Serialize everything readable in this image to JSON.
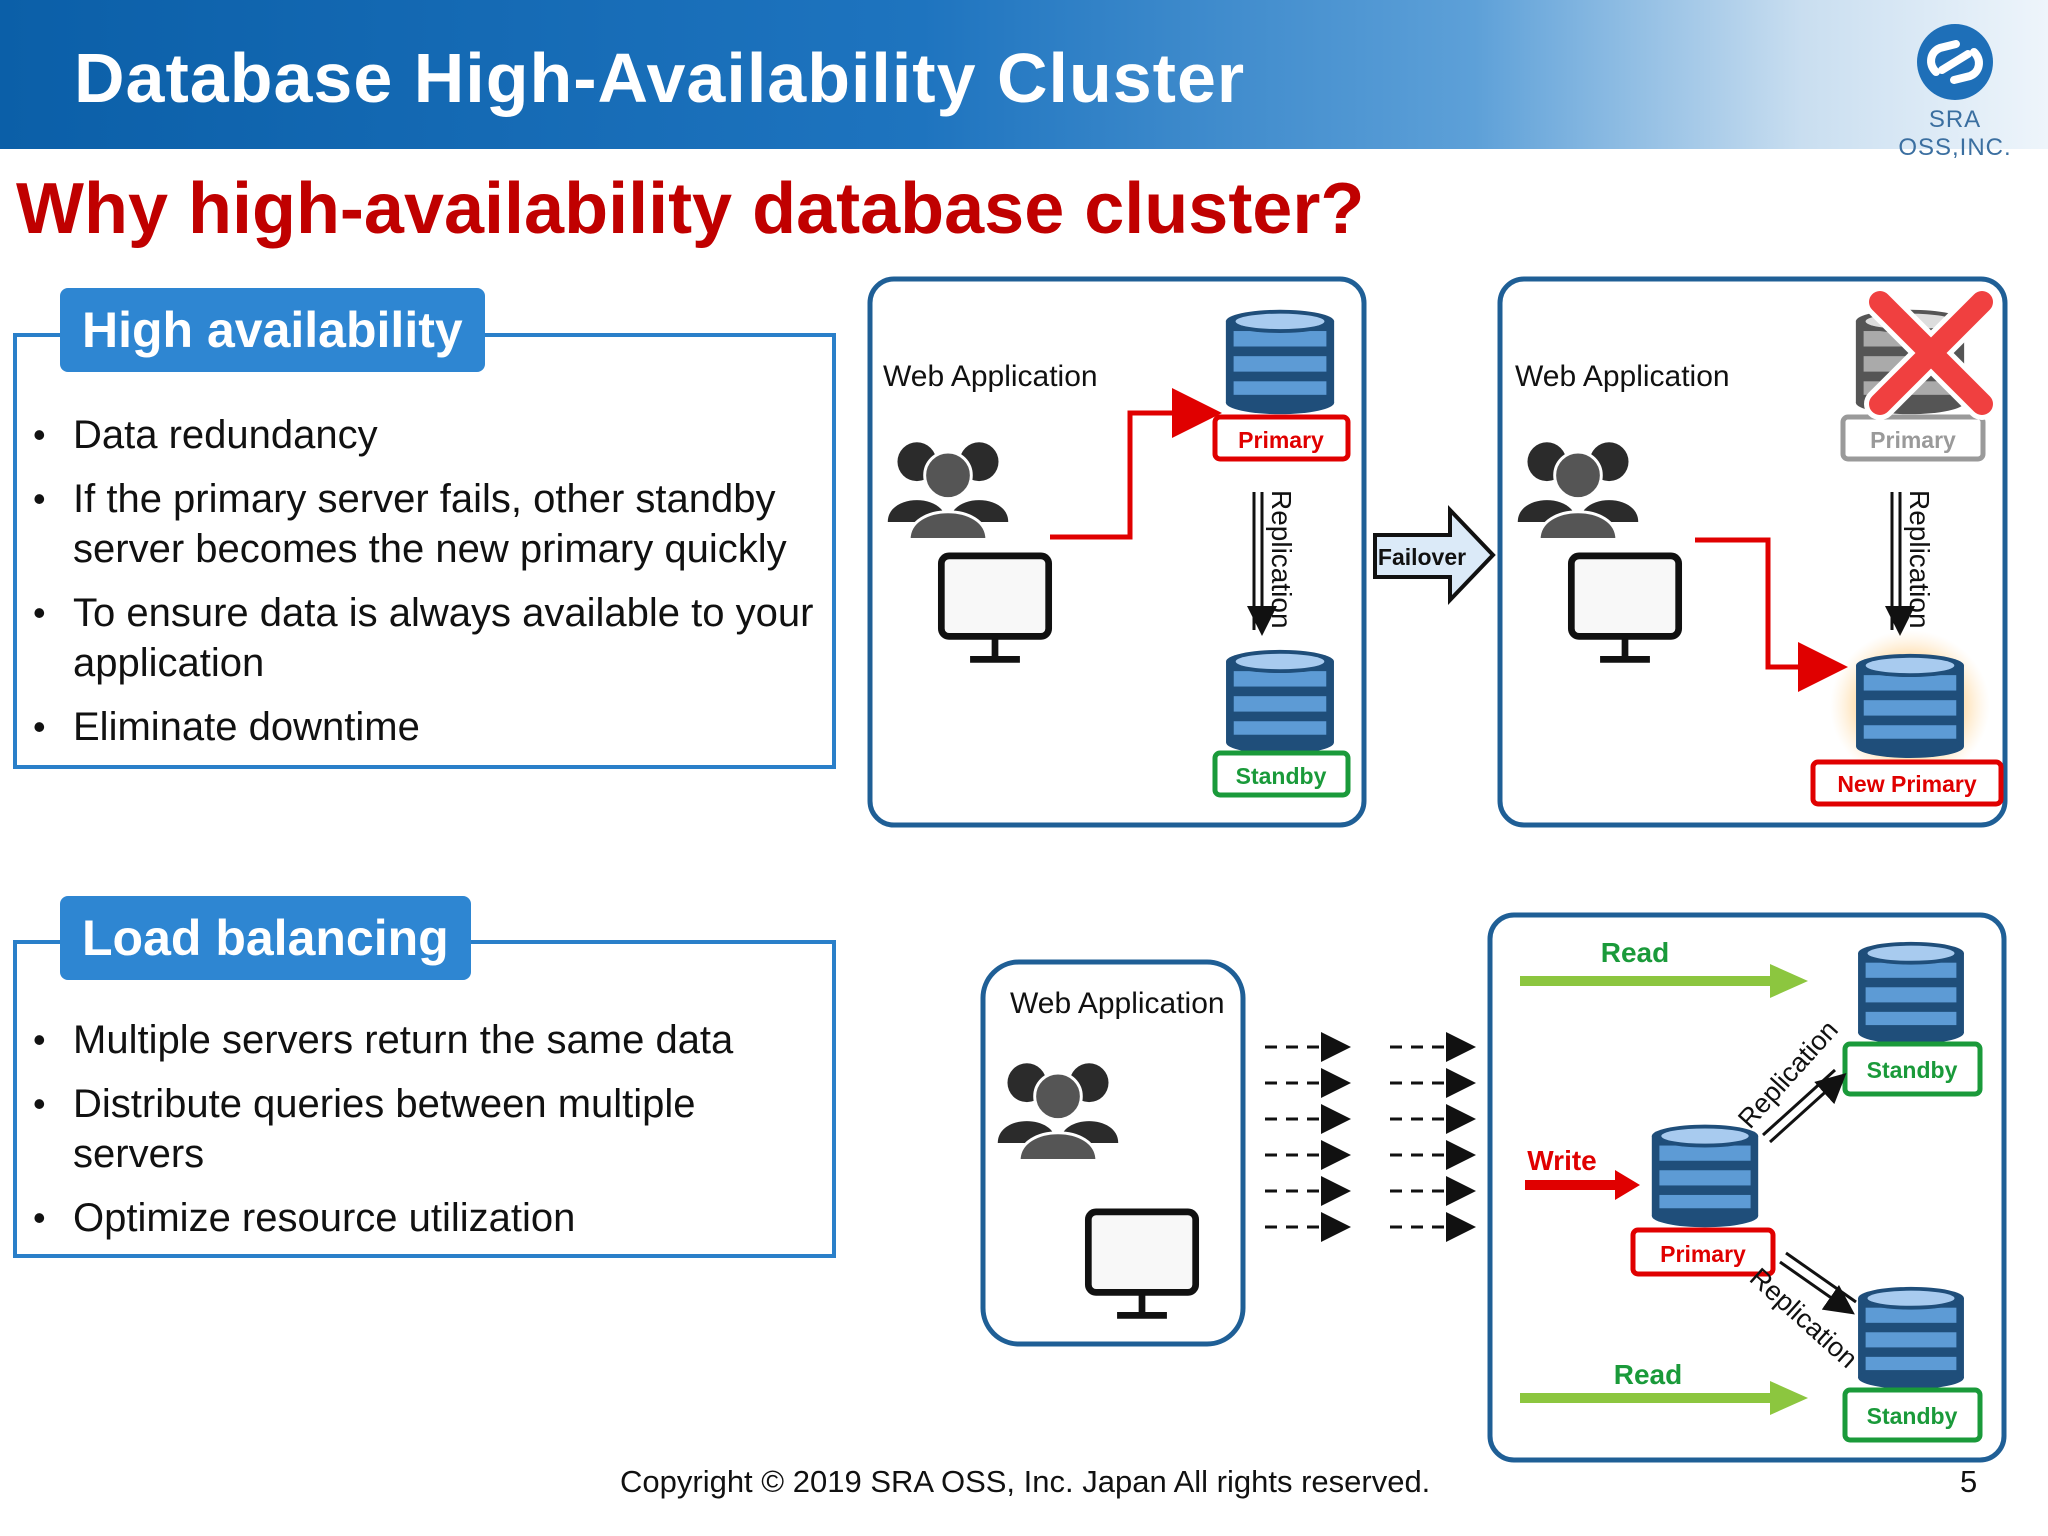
{
  "header": {
    "title": "Database High-Availability Cluster",
    "logo_text": "SRA OSS,INC."
  },
  "subtitle": "Why high-availability database cluster?",
  "high_availability": {
    "heading": "High availability",
    "bullets": [
      "Data redundancy",
      "If the primary server fails, other standby server becomes the new primary quickly",
      "To ensure data is always available to your application",
      "Eliminate downtime"
    ]
  },
  "load_balancing": {
    "heading": "Load balancing",
    "bullets": [
      "Multiple servers return the same data",
      "Distribute queries between multiple servers",
      "Optimize resource utilization"
    ]
  },
  "failover_diagram": {
    "before": {
      "app_label": "Web Application",
      "primary_label": "Primary",
      "standby_label": "Standby",
      "replication_label": "Replication"
    },
    "failover_label": "Failover",
    "after": {
      "app_label": "Web Application",
      "old_primary_label": "Primary",
      "new_primary_label": "New Primary",
      "replication_label": "Replication"
    }
  },
  "lb_diagram": {
    "app_label": "Web Application",
    "read_label_top": "Read",
    "read_label_bottom": "Read",
    "write_label": "Write",
    "primary_label": "Primary",
    "standby_top_label": "Standby",
    "standby_bottom_label": "Standby",
    "replication_top_label": "Replication",
    "replication_bottom_label": "Replication"
  },
  "footer": {
    "copyright": "Copyright © 2019 SRA OSS, Inc. Japan All rights reserved.",
    "page_number": "5"
  },
  "colors": {
    "header_blue": "#0b5fa8",
    "subtitle_red": "#c00000",
    "frame_blue": "#1f5f96",
    "primary_red": "#e00000",
    "standby_green": "#1a9a3a",
    "read_green": "#8cc63f",
    "failed_grey": "#9a9a9a"
  }
}
